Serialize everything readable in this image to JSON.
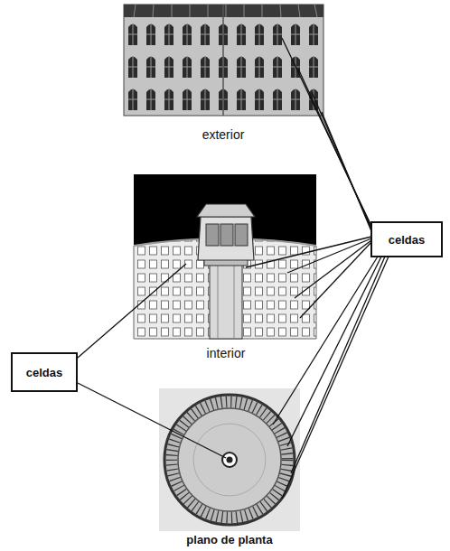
{
  "diagram": {
    "nodes": [
      {
        "text": [
          "celdas"
        ]
      },
      {
        "text": [
          "celdas"
        ]
      }
    ],
    "labels": [
      "exterior",
      "interior",
      "plano de planta"
    ]
  }
}
